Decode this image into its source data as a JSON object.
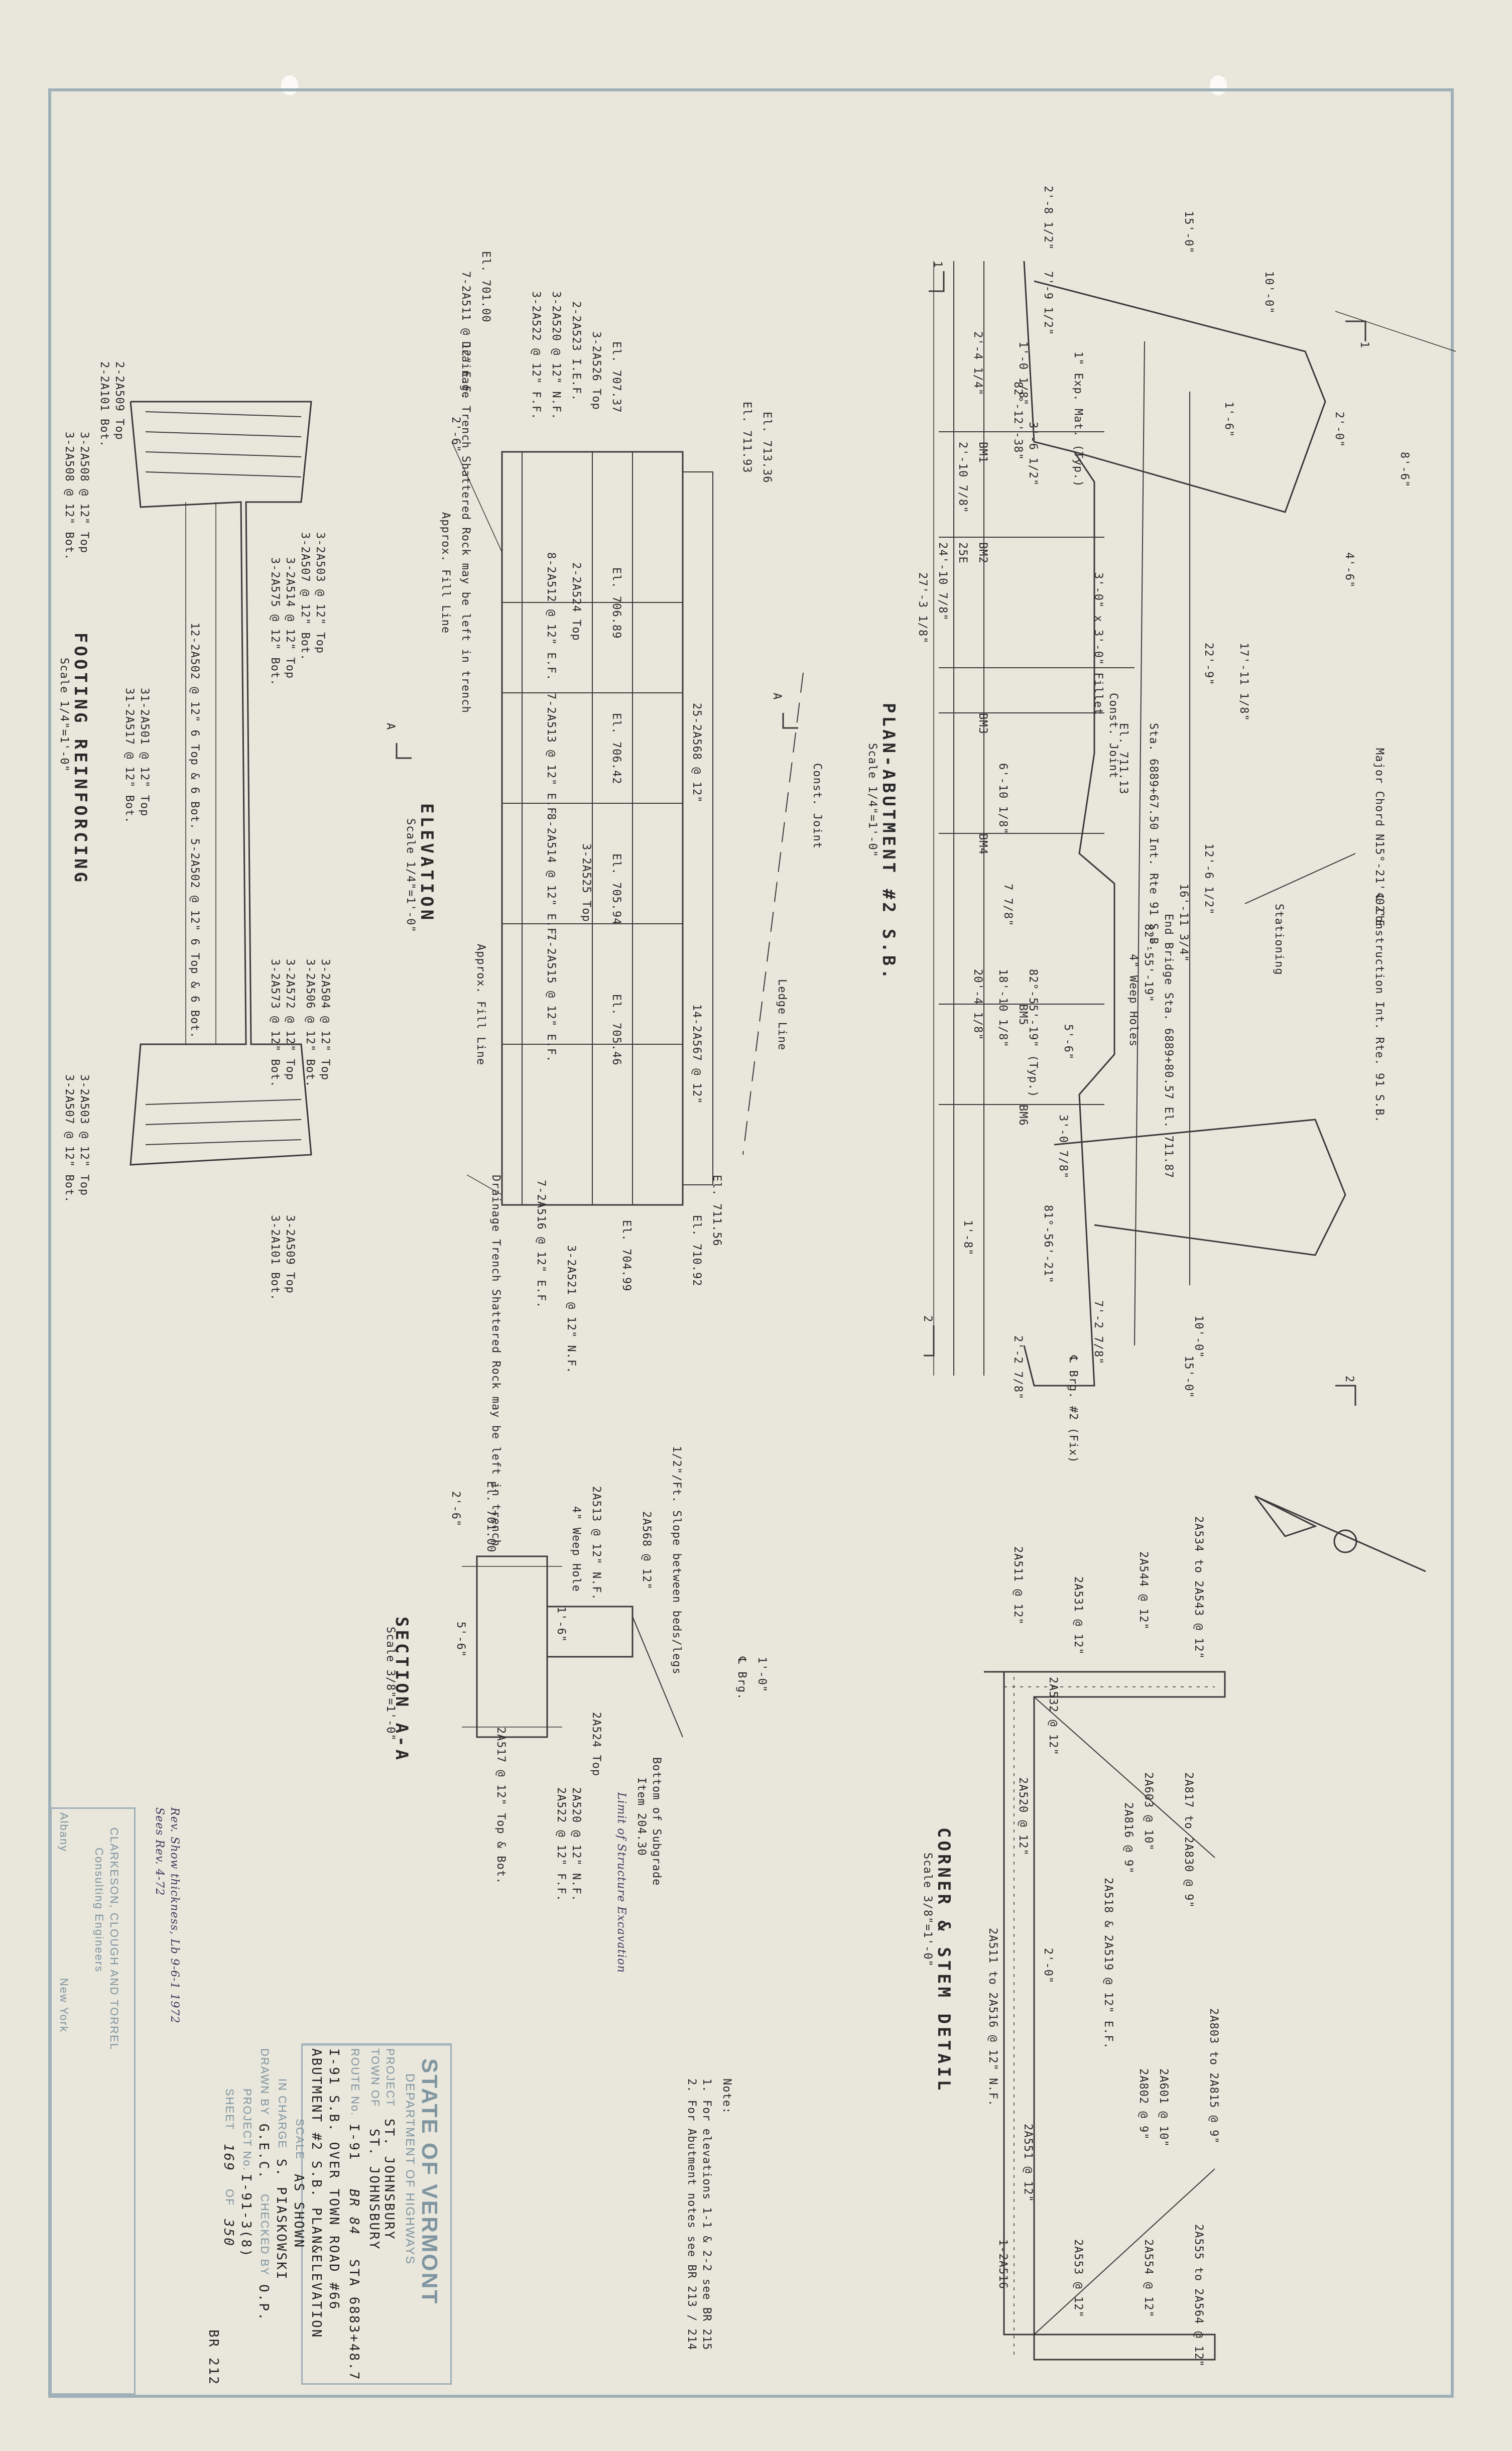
{
  "sheet": {
    "state": "STATE OF VERMONT",
    "department": "DEPARTMENT OF HIGHWAYS",
    "project_label": "PROJECT",
    "project": "ST. JOHNSBURY",
    "town_label": "TOWN OF",
    "town": "ST. JOHNSBURY",
    "route_label": "ROUTE No.",
    "route": "I-91",
    "route_extra": "BR 84",
    "station": "STA 6883+48.7",
    "description_1": "I-91 S.B. OVER TOWN ROAD #66",
    "description_2": "ABUTMENT #2 S.B. PLAN&ELEVATION",
    "scale_label": "SCALE",
    "scale": "AS SHOWN",
    "in_charge_label": "IN CHARGE",
    "in_charge": "S. PIASKOWSKI",
    "drawn_by_label": "DRAWN BY",
    "drawn_by": "G.E.C.",
    "checked_by_label": "CHECKED BY",
    "checked_by": "O.P.",
    "project_no_label": "PROJECT No.",
    "project_no": "I-91-3(8)",
    "sheet_label": "SHEET",
    "sheet_no": "169",
    "sheet_of": "OF",
    "sheet_total": "350",
    "br_no": "BR 212"
  },
  "engineers": {
    "firm": "CLARKESON, CLOUGH AND TORREL",
    "role": "Consulting Engineers",
    "city_1": "Albany",
    "city_2": "New York",
    "revision_1": "Rev. Show thickness, Lb 9-6-1 1972",
    "revision_2": "Sees Rev. 4-72"
  },
  "views": {
    "plan_title": "PLAN-ABUTMENT #2 S.B.",
    "plan_scale": "Scale 1/4\"=1'-0\"",
    "elevation_title": "ELEVATION",
    "elevation_scale": "Scale 1/4\"=1'-0\"",
    "footing_title": "FOOTING REINFORCING",
    "footing_scale": "Scale 1/4\"=1'-0\"",
    "section_title": "SECTION A-A",
    "section_scale": "Scale 3/8\"=1'-0\"",
    "corner_title": "CORNER & STEM DETAIL",
    "corner_scale": "Scale 3/8\"=1'-0\""
  },
  "notes": {
    "label": "Note:",
    "note_1": "1. For elevations 1-1 & 2-2 see BR 215",
    "note_2": "2. For Abutment notes see BR 213 / 214"
  },
  "plan_labels": {
    "dim_top_1": "2'-8 1/2\"",
    "dim_top_2": "15'-0\"",
    "dim_top_3": "10'-0\"",
    "dim_top_4": "7'-9 1/2\"",
    "dim_top_5": "1'-0 1/8\"",
    "dim_top_6": "2'-4 1/4\"",
    "skew_1": "82°-12'-38\"",
    "exp_mat": "1\" Exp. Mat. (Typ.)",
    "dim_3_6": "3'-6 1/2\"",
    "dim_1_6": "1'-6\"",
    "dim_2_0": "2'-0\"",
    "dim_8_6": "8'-6\"",
    "dim_4_6": "4'-6\"",
    "bm1": "BM1",
    "bm2": "BM2",
    "bm3": "BM3",
    "bm4": "BM4",
    "bm5": "BM5",
    "bm6": "BM6",
    "dim_2_10": "2'-10 7/8\"",
    "dim_25e": "25E",
    "dim_24_10": "24'-10 7/8\"",
    "dim_27_3": "27'-3 1/8\"",
    "fillet": "3'-0\" x 3'-0\" Fillet",
    "dim_22_9": "22'-9\"",
    "dim_17_11": "17'-11 1/8\"",
    "const_joint": "Const. Joint",
    "station_int": "Sta. 6889+67.50 Int. Rte 91 S.B.",
    "elev_711": "El. 711.13",
    "major_chord": "Major Chord N15°-21'-02\"E",
    "construction_cl": "℄ Construction Int. Rte. 91 S.B.",
    "stationing": "Stationing",
    "dim_6_10": "6'-10 1/8\"",
    "dim_12_6": "12'-6 1/2\"",
    "dim_16_11": "16'-11 3/4\"",
    "end_bridge": "End Bridge Sta. 6889+80.57 El. 711.87",
    "skew_2": "82°-55'-19\"",
    "weep": "4\" Weep Holes",
    "dim_7_8": "7 7/8\"",
    "skew_3": "82°-55'-19\" (Typ.)",
    "dim_18_10": "18'-10 1/8\"",
    "dim_20_4": "20'-4 1/8\"",
    "dim_5_6": "5'-6\"",
    "ledge_line": "Ledge Line",
    "dim_3_0": "3'-0 7/8\"",
    "dim_81_56": "81°-56'-21\"",
    "dim_1_8": "1'-8\"",
    "dim_7_2": "7'-2 7/8\"",
    "dim_10_0b": "10'-0\"",
    "dim_15_0b": "15'-0\"",
    "brg": "℄ Brg. #2 (Fix)",
    "dim_2_2": "2'-2 7/8\"",
    "sec_1": "1",
    "sec_2": "2",
    "sec_a": "A"
  },
  "elevation_labels": {
    "el_701": "El. 701.00",
    "el_713": "El. 713.36",
    "el_711": "El. 711.93",
    "el_707": "El. 707.37",
    "el_706_89": "El. 706.89",
    "el_706_42": "El. 706.42",
    "el_705_94": "El. 705.94",
    "el_705_46": "El. 705.46",
    "el_704_99": "El. 704.99",
    "el_711_56": "El. 711.56",
    "el_710_92": "El. 710.92",
    "drainage_1": "Drainage Trench Shattered Rock may be left in trench",
    "drainage_2": "Drainage Trench Shattered Rock may be left in trench",
    "fill_1": "Approx. Fill Line",
    "fill_2": "Approx. Fill Line",
    "bar_2a511": "7-2A511 @ 12\" E.F.",
    "bar_2a526": "3-2A526 Top",
    "bar_2a523": "2-2A523 I.E.F.",
    "bar_2a520": "3-2A520 @ 12\" N.F.",
    "bar_2a522": "3-2A522 @ 12\" F.F.",
    "bar_2a524": "2-2A524 Top",
    "bar_2a568": "25-2A568 @ 12\"",
    "bar_2a567": "14-2A567 @ 12\"",
    "bar_2a512": "8-2A512 @ 12\" E.F.",
    "bar_2a513": "7-2A513 @ 12\" E.F.",
    "bar_2a514": "8-2A514 @ 12\" E.F.",
    "bar_2a515": "7-2A515 @ 12\" E.F.",
    "bar_2a516": "7-2A516 @ 12\" E.F.",
    "bar_2a521": "3-2A521 @ 12\" N.F.",
    "bar_2a525": "3-2A525 Top",
    "dim_2_6": "2'-6\""
  },
  "footing_labels": {
    "f1": "2-2A509 Top",
    "f2": "2-2A101 Bot.",
    "f3": "3-2A508 @ 12\" Top",
    "f4": "3-2A508 @ 12\" Bot.",
    "f5": "3-2A503 @ 12\" Top",
    "f6": "3-2A507 @ 12\" Bot.",
    "f7": "3-2A514 @ 12\" Top",
    "f8": "3-2A575 @ 12\" Bot.",
    "f9": "12-2A502 @ 12\" 6 Top & 6 Bot.",
    "f10": "31-2A501 @ 12\" Top",
    "f11": "31-2A517 @ 12\" Bot.",
    "f12": "5-2A502 @ 12\" 6 Top & 6 Bot.",
    "f13": "3-2A504 @ 12\" Top",
    "f14": "3-2A506 @ 12\" Bot.",
    "f15": "3-2A572 @ 12\" Top",
    "f16": "3-2A573 @ 12\" Bot.",
    "f17": "3-2A503 @ 12\" Top",
    "f18": "3-2A507 @ 12\" Bot.",
    "f19": "3-2A509 Top",
    "f20": "3-2A101 Bot."
  },
  "section_labels": {
    "s1": "1/2\"/Ft. Slope between beds/legs",
    "s2": "2A568 @ 12\"",
    "s3": "2A513 @ 12\" N.F.",
    "s4": "4\" Weep Hole",
    "s5": "El. 701.00",
    "s6": "2'-6\"",
    "s7": "1'-6\"",
    "s8": "5'-6\"",
    "s9": "2A517 @ 12\" Top & Bot.",
    "s10": "2A520 @ 12\" N.F.",
    "s11": "2A522 @ 12\" F.F.",
    "s12": "Bottom of Subgrade",
    "s13": "Item 204.30",
    "s14": "Limit of Structure Excavation",
    "s15": "2A524 Top",
    "s16": "1'-0\"",
    "s17": "℄ Brg."
  },
  "corner_labels": {
    "c1": "2A534 to 2A543 @ 12\"",
    "c2": "2A511 @ 12\"",
    "c3": "2A544 @ 12\"",
    "c4": "2A531 @ 12\"",
    "c5": "2A817 to 2A830 @ 9\"",
    "c6": "2A603 @ 10\"",
    "c7": "2A816 @ 9\"",
    "c8": "2A532 @ 12\"",
    "c9": "2A520 @ 12\"",
    "c10": "2A518 & 2A519 @ 12\" E.F.",
    "c11": "2A511 to 2A516 @ 12\" N.F.",
    "c12": "2A803 to 2A815 @ 9\"",
    "c13": "2A601 @ 10\"",
    "c14": "2A802 @ 9\"",
    "c15": "2A551 @ 12\"",
    "c16": "2A555 to 2A564 @ 12\"",
    "c17": "2A554 @ 12\"",
    "c18": "2A553 @ 12\"",
    "c19": "1-2A516",
    "c20": "2'-0\""
  }
}
